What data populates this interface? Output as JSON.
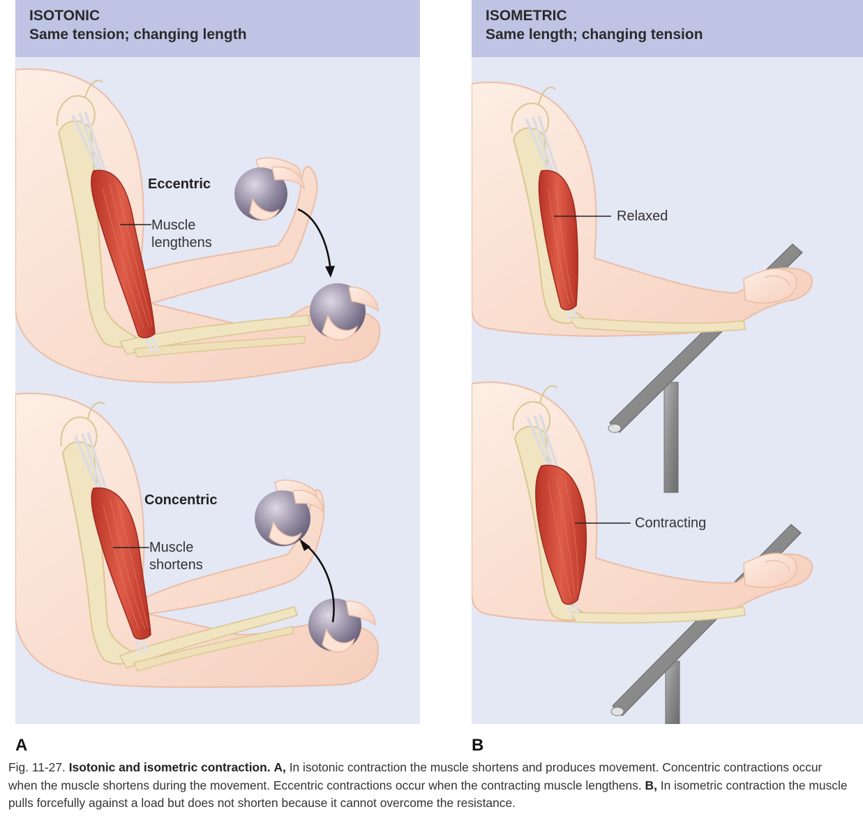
{
  "panel_a": {
    "title": "ISOTONIC",
    "subtitle": "Same tension; changing length",
    "letter": "A",
    "eccentric": {
      "label": "Eccentric",
      "muscle_line1": "Muscle",
      "muscle_line2": "lengthens"
    },
    "concentric": {
      "label": "Concentric",
      "muscle_line1": "Muscle",
      "muscle_line2": "shortens"
    }
  },
  "panel_b": {
    "title": "ISOMETRIC",
    "subtitle": "Same length; changing tension",
    "letter": "B",
    "relaxed_label": "Relaxed",
    "contracting_label": "Contracting"
  },
  "caption": {
    "fig_number": "Fig. 11-27.",
    "bold_title": "Isotonic and isometric contraction.",
    "a_marker": "A,",
    "a_text": "In isotonic contraction the muscle shortens and produces movement. Concentric contractions occur when the muscle shortens during the movement. Eccentric contractions occur when the contracting muscle lengthens.",
    "b_marker": "B,",
    "b_text": "In isometric contraction the muscle pulls forcefully against a load but does not shorten because it cannot overcome the resistance."
  },
  "colors": {
    "panel_bg": "#e4e7f4",
    "header_bg": "#bfc4e4",
    "skin": "#fbe3d5",
    "skin_outline": "#e9b9a2",
    "bone": "#f2e6c3",
    "muscle": "#cd4636",
    "ball": "#8d8597",
    "bar": "#8f8f8f"
  }
}
